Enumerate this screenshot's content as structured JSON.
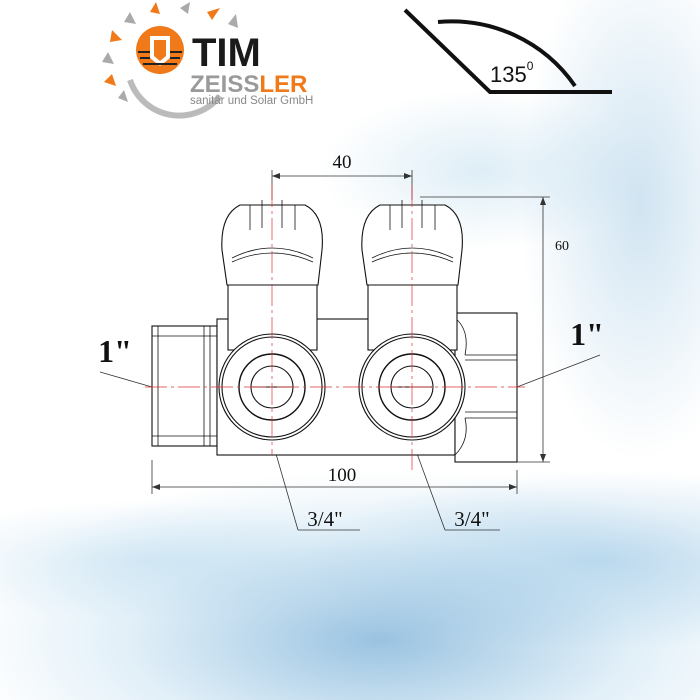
{
  "logo": {
    "brand_top": "TIM",
    "brand_bottom_gray": "ZEISS",
    "brand_bottom_orange": "LER",
    "tagline": "sanitär und Solar GmbH",
    "orange": "#f07a1a",
    "gray": "#9a9a9a"
  },
  "angle": {
    "value": "135",
    "unit": "0"
  },
  "dimensions": {
    "spacing": "40",
    "height": "60",
    "length": "100"
  },
  "connections": {
    "left_inlet": "1\"",
    "right_inlet": "1\"",
    "outlet_left": "3/4\"",
    "outlet_right": "3/4\""
  },
  "colors": {
    "line": "#111111",
    "centerline": "#e03030"
  }
}
